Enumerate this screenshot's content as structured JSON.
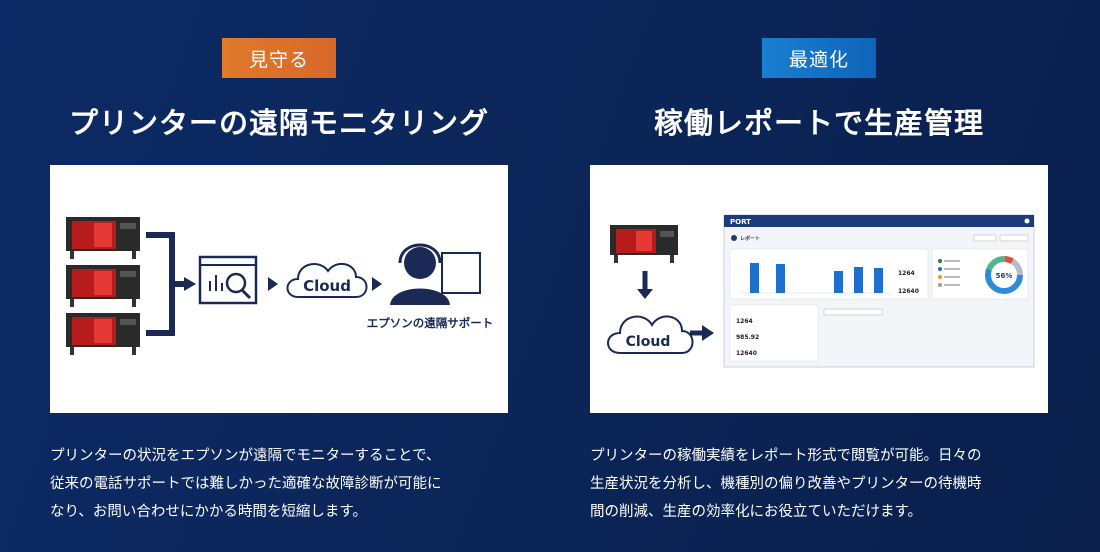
{
  "left": {
    "badge": "見守る",
    "heading": "プリンターの遠隔モニタリング",
    "diagram": {
      "cloud_label": "Cloud",
      "support_label": "エプソンの遠隔サポート"
    },
    "description": [
      "プリンターの状況をエプソンが遠隔でモニターすることで、",
      "従来の電話サポートでは難しかった適確な故障診断が可能に",
      "なり、お問い合わせにかかる時間を短縮します。"
    ]
  },
  "right": {
    "badge": "最適化",
    "heading": "稼働レポートで生産管理",
    "diagram": {
      "cloud_label": "Cloud",
      "dashboard": {
        "brand": "PORT",
        "report_title": "レポート",
        "stat_a": "1264",
        "stat_b": "12640",
        "donut_value": "56%",
        "card_value_1": "1264",
        "card_value_2": "985.92",
        "card_value_3": "12640"
      }
    },
    "description": [
      "プリンターの稼働実績をレポート形式で閲覧が可能。日々の",
      "生産状況を分析し、機種別の偏り改善やプリンターの待機時",
      "間の削減、生産の効率化にお役立ていただけます。"
    ]
  },
  "colors": {
    "background": "#0b2557",
    "badge_orange": "#e07a2c",
    "badge_blue": "#1a7fd0",
    "navy": "#1b2a55",
    "chart_blue": "#1f6fd0"
  }
}
